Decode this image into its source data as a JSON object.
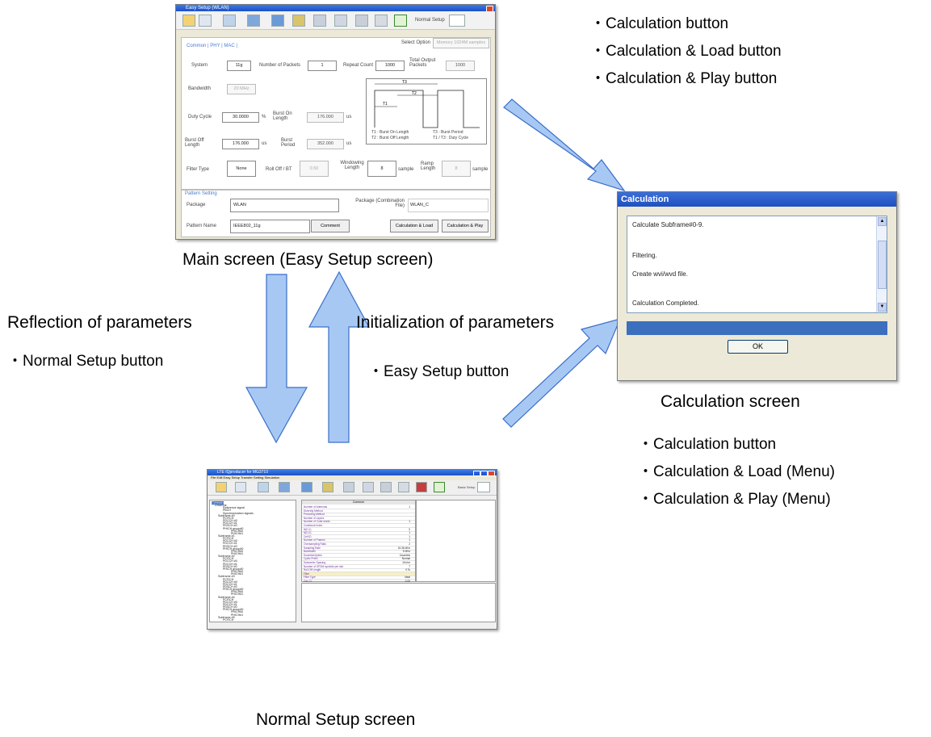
{
  "captions": {
    "main": "Main screen (Easy Setup screen)",
    "normal": "Normal Setup screen",
    "calc": "Calculation screen",
    "reflection": "Reflection of parameters",
    "initialization": "Initialization of parameters"
  },
  "bullets": {
    "calc_top": [
      "・Calculation button",
      "・Calculation & Load button",
      "・Calculation & Play button"
    ],
    "calc_bottom": [
      "・Calculation button",
      "・Calculation & Load (Menu)",
      "・Calculation & Play (Menu)"
    ],
    "normal_setup_btn": "・Normal Setup button",
    "easy_setup_btn": "・Easy Setup button"
  },
  "easy_setup": {
    "title": "Easy Setup (WLAN)",
    "normal_setup_label": "Normal Setup",
    "tabs": "Common | PHY | MAC |",
    "select_option": "Select Option",
    "memory": "Memory 1024M samples",
    "system_label": "System",
    "system_value": "11g",
    "packets_label": "Number of Packets",
    "packets_value": "1",
    "repeat_label": "Repeat Count",
    "repeat_value": "1000",
    "total_label": "Total Output Packets",
    "total_value": "1000",
    "bandwidth_label": "Bandwidth",
    "bandwidth_value": "20 MHz",
    "duty_label": "Duty Cycle",
    "duty_value": "30.0000",
    "duty_unit": "%",
    "burst_on_label": "Burst On Length",
    "burst_on_value": "176.000",
    "burst_on_unit": "us",
    "burst_off_label": "Burst Off Length",
    "burst_off_value": "176.000",
    "burst_off_unit": "us",
    "burst_period_label": "Burst Period",
    "burst_period_value": "352.000",
    "burst_period_unit": "us",
    "diagram_labels": [
      "T3",
      "T2",
      "T1"
    ],
    "legend": [
      "T1 : Burst On Length",
      "T2 : Burst Off Length",
      "T3 : Burst Period",
      "T1 / T3 : Duty Cycle"
    ],
    "filter_label": "Filter Type",
    "filter_value": "None",
    "rolloff_label": "Roll Off / BT",
    "rolloff_value": "0.50",
    "windowing_label": "Windowing Length",
    "windowing_value": "8",
    "windowing_unit": "sample",
    "ramp_label": "Ramp Length",
    "ramp_value": "8",
    "ramp_unit": "sample",
    "pattern_setting": "Pattern Setting",
    "package_label": "Package",
    "package_value": "WLAN",
    "combo_label": "Package (Combination File)",
    "combo_value": "WLAN_C",
    "pattern_label": "Pattern Name",
    "pattern_value": "IEEE802_11g",
    "comment_btn": "Comment",
    "calc_load_btn": "Calculation & Load",
    "calc_play_btn": "Calculation & Play"
  },
  "calculation": {
    "title": "Calculation",
    "lines": [
      "Calculate Subframe#0-9.",
      "Filtering.",
      "Create wvi/wvd file.",
      "Calculation Completed."
    ],
    "ok": "OK"
  },
  "normal_setup": {
    "title": "LTE IQproducer for MG3710",
    "menu": "File   Edit   Easy Setup   Transfer Setting   Simulation",
    "basic_setup": "Basic Setup",
    "tree": [
      "Common",
      "Downlink",
      "Reference signal",
      "PBCH",
      "Synchronization signals",
      "Subframe #0",
      "PCFICH",
      "PDCCH #0",
      "PDCCH #1",
      "PDSCH #0",
      "PHICH group#0",
      "PHICH#0",
      "PHICH#1",
      "Subframe #1",
      "PCFICH",
      "PDCCH #0",
      "PDCCH #1",
      "PDSCH #0",
      "PHICH group#0",
      "PHICH#0",
      "PHICH#1",
      "Subframe #2",
      "PCFICH",
      "PDCCH #0",
      "PDCCH #1",
      "PDSCH #0",
      "PHICH group#0",
      "PHICH#0",
      "PHICH#1",
      "Subframe #3",
      "PCFICH",
      "PDCCH #0",
      "PDCCH #1",
      "PDSCH #0",
      "PHICH group#0",
      "PHICH#0",
      "PHICH#1",
      "Subframe #4",
      "PCFICH",
      "PDCCH #0",
      "PDCCH #1",
      "PDSCH #0",
      "PHICH group#0",
      "PHICH#0",
      "PHICH#1",
      "Subframe #5",
      "PCFICH"
    ],
    "table_header": "Common",
    "params": [
      {
        "n": "Number of Antennas",
        "v": "1"
      },
      {
        "n": "Diversity Method",
        "v": ""
      },
      {
        "n": "Precoding Method",
        "v": ""
      },
      {
        "n": "Number of Layers",
        "v": ""
      },
      {
        "n": "Number of Code words",
        "v": "1"
      },
      {
        "n": "Codebook Index",
        "v": ""
      },
      {
        "n": "N(D,1)",
        "v": "0"
      },
      {
        "n": "N(D,2)",
        "v": "1"
      },
      {
        "n": "Cell ID",
        "v": "1"
      },
      {
        "n": "Number of Frames",
        "v": "1"
      },
      {
        "n": "Oversampling Ratio",
        "v": "2"
      },
      {
        "n": "Sampling Rate",
        "v": "15.36 MHz"
      },
      {
        "n": "Bandwidth",
        "v": "5 MHz"
      },
      {
        "n": "Downlink/Uplink",
        "v": "Downlink"
      },
      {
        "n": "Cyclic Prefix",
        "v": "Normal"
      },
      {
        "n": "Subcarrier Spacing",
        "v": "15 kHz"
      },
      {
        "n": "Number of OFDM symbols per slot",
        "v": "7"
      },
      {
        "n": "Roll Off Length",
        "v": "0 Ts"
      },
      {
        "n": "Filter",
        "v": ""
      },
      {
        "n": "Filter Type",
        "v": "Ideal"
      },
      {
        "n": "Gen CL",
        "v": "0.00"
      }
    ]
  },
  "colors": {
    "arrow_fill": "#a8c8f4",
    "arrow_stroke": "#3a6fc8"
  }
}
